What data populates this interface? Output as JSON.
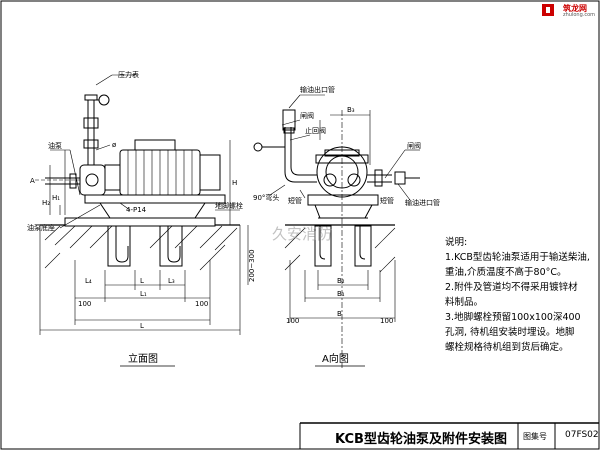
{
  "drawing": {
    "front_view_title": "立面图",
    "side_view_title": "A向图",
    "labels": {
      "pressure_gauge": "压力表",
      "oil_pump": "油泵",
      "phi": "ø",
      "bolt_holes": "4-P14",
      "anchor_bolt": "地脚螺栓",
      "pump_base": "油泵底座",
      "elbow": "90°弯头",
      "outlet": "输油出口管",
      "valve": "闸阀",
      "main_valve": "止回阀",
      "short_pipe": "短管",
      "inlet": "输油进口管",
      "gate_valve": "闸阀",
      "flange": "短管",
      "A": "A",
      "H": "H",
      "H1": "H₁",
      "H2": "H₂",
      "B": "B",
      "B1": "B₁",
      "B2": "B₂",
      "B3": "B₃",
      "L": "L",
      "L1": "L₁",
      "L3": "L₃",
      "L4": "L₄",
      "dim_100": "100",
      "depth": "200~300"
    }
  },
  "notes": {
    "heading": "说明:",
    "items": [
      "1.KCB型齿轮油泵适用于输送柴油,",
      "重油,介质温度不高于80°C。",
      "2.附件及管道均不得采用镀锌材",
      "料制品。",
      "3.地脚螺栓预留100x100深400",
      "孔洞, 待机组安装时埋设。地脚",
      "螺栓规格待机组到货后确定。"
    ]
  },
  "title_block": {
    "title": "KCB型齿轮油泵及附件安装图",
    "label": "图集号",
    "number": "07FS02"
  },
  "logo": {
    "name": "筑龙网",
    "url_text": "zhulong.com"
  },
  "watermark": "久安消防"
}
